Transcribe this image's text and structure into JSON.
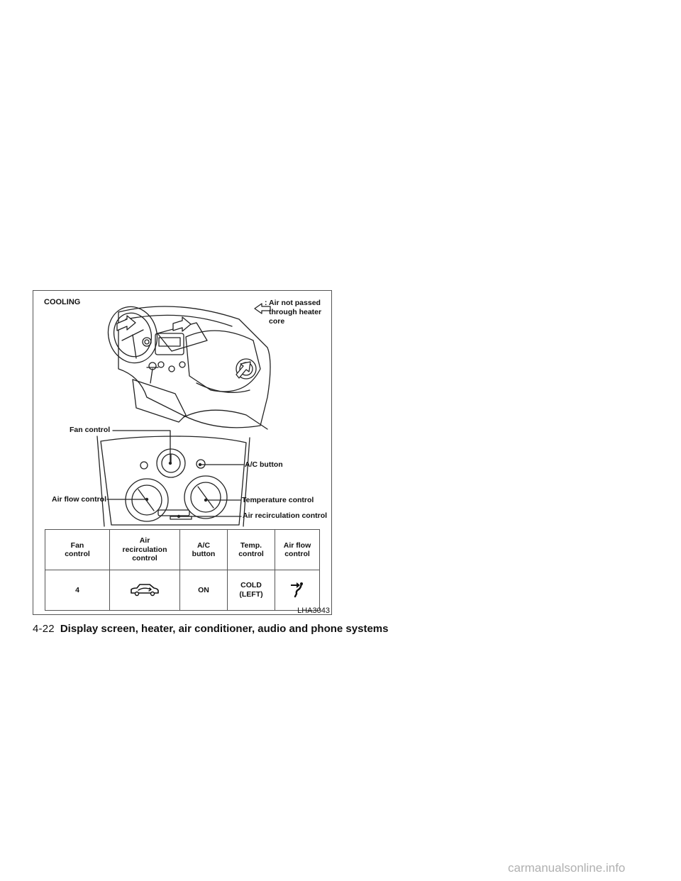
{
  "figure": {
    "title": "COOLING",
    "legend": {
      "icon": "outline-arrow-icon",
      "lines": [
        ": Air not passed",
        "through heater",
        "core"
      ]
    },
    "callouts": {
      "fan_control": "Fan control",
      "ac_button": "A/C button",
      "air_flow_control": "Air flow control",
      "temperature_control": "Temperature control",
      "air_recirculation_control": "Air recirculation control"
    },
    "table": {
      "headers": [
        [
          "Fan",
          "control"
        ],
        [
          "Air",
          "recirculation",
          "control"
        ],
        [
          "A/C",
          "button"
        ],
        [
          "Temp.",
          "control"
        ],
        [
          "Air flow",
          "control"
        ]
      ],
      "row": {
        "fan": "4",
        "recirculation_icon": "car-recirculation-icon",
        "ac": "ON",
        "temp": [
          "COLD",
          "(LEFT)"
        ],
        "airflow_icon": "vent-face-icon"
      }
    },
    "reference_code": "LHA3043"
  },
  "footer": {
    "page": "4-22",
    "section": "Display screen, heater, air conditioner, audio and phone systems"
  },
  "watermark": "carmanualsonline.info"
}
